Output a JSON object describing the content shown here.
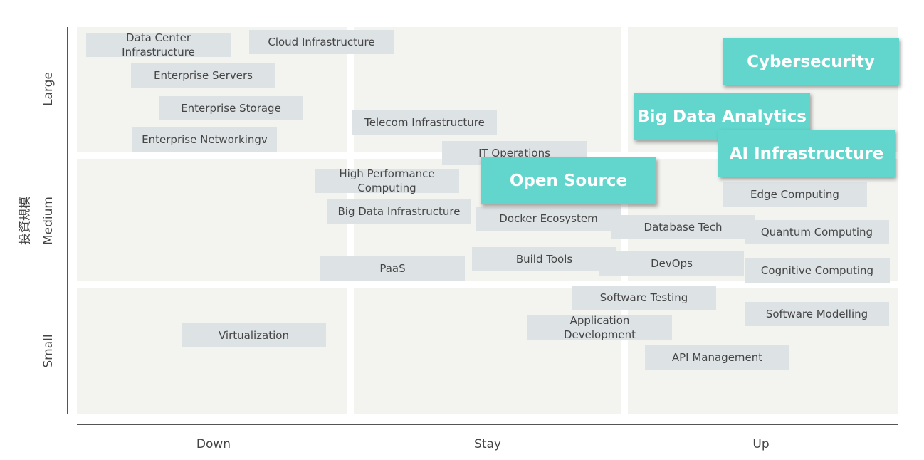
{
  "axes": {
    "y_title": "投資規模",
    "y_ticks": [
      "Large",
      "Medium",
      "Small"
    ],
    "x_ticks": [
      "Down",
      "Stay",
      "Up"
    ]
  },
  "items": {
    "data_center": "Data Center Infrastructure",
    "cloud_infra": "Cloud Infrastructure",
    "ent_servers": "Enterprise Servers",
    "ent_storage": "Enterprise Storage",
    "ent_networking": "Enterprise Networkingv",
    "telecom": "Telecom Infrastructure",
    "it_ops": "IT Operations",
    "hpc": "High Performance Computing",
    "big_data_infra": "Big Data Infrastructure",
    "open_source": "Open Source",
    "docker": "Docker Ecosystem",
    "database": "Database Tech",
    "quantum": "Quantum Computing",
    "edge": "Edge Computing",
    "cybersecurity": "Cybersecurity",
    "big_data_analytics": "Big Data Analytics",
    "ai_infra": "AI Infrastructure",
    "paas": "PaaS",
    "build_tools": "Build Tools",
    "devops": "DevOps",
    "cognitive": "Cognitive Computing",
    "software_testing": "Software Testing",
    "app_dev": "Application Development",
    "software_modelling": "Software Modelling",
    "api_mgmt": "API Management",
    "virtualization": "Virtualization"
  },
  "colors": {
    "highlight": "#62d6cc",
    "tag": "#dde2e5",
    "cell": "#f3f3ef"
  }
}
